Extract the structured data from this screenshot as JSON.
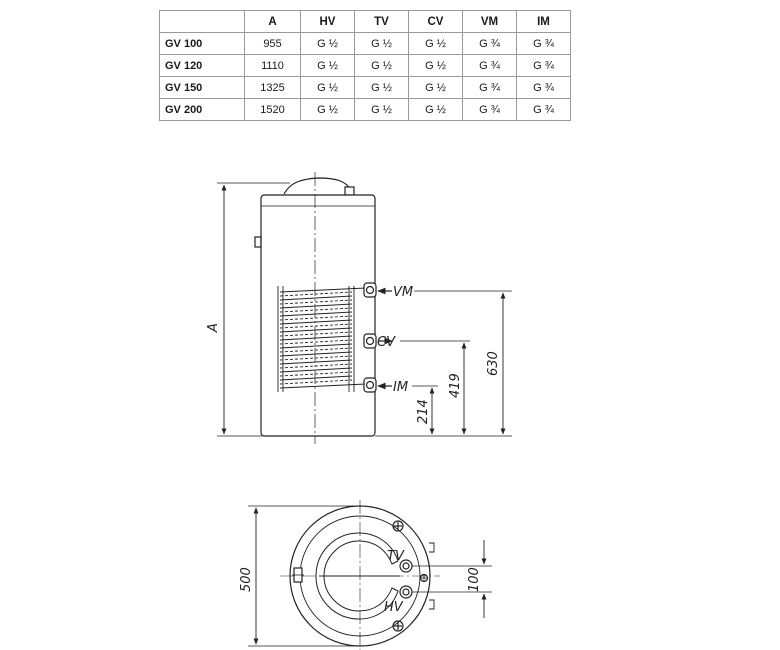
{
  "table": {
    "headers": [
      "",
      "A",
      "HV",
      "TV",
      "CV",
      "VM",
      "IM"
    ],
    "rows": [
      [
        "GV 100",
        "955",
        "G ½",
        "G ½",
        "G ½",
        "G ¾",
        "G ¾"
      ],
      [
        "GV 120",
        "1110",
        "G ½",
        "G ½",
        "G ½",
        "G ¾",
        "G ¾"
      ],
      [
        "GV 150",
        "1325",
        "G ½",
        "G ½",
        "G ½",
        "G ¾",
        "G ¾"
      ],
      [
        "GV 200",
        "1520",
        "G ½",
        "G ½",
        "G ½",
        "G ¾",
        "G ¾"
      ]
    ]
  },
  "side_view": {
    "height_label": "A",
    "connections": {
      "vm": "VM",
      "cv": "CV",
      "im": "IM"
    },
    "dimensions": {
      "d214": "214",
      "d419": "419",
      "d630": "630"
    }
  },
  "top_view": {
    "diameter": "500",
    "spacing": "100",
    "connections": {
      "tv": "TV",
      "hv": "HV"
    }
  }
}
